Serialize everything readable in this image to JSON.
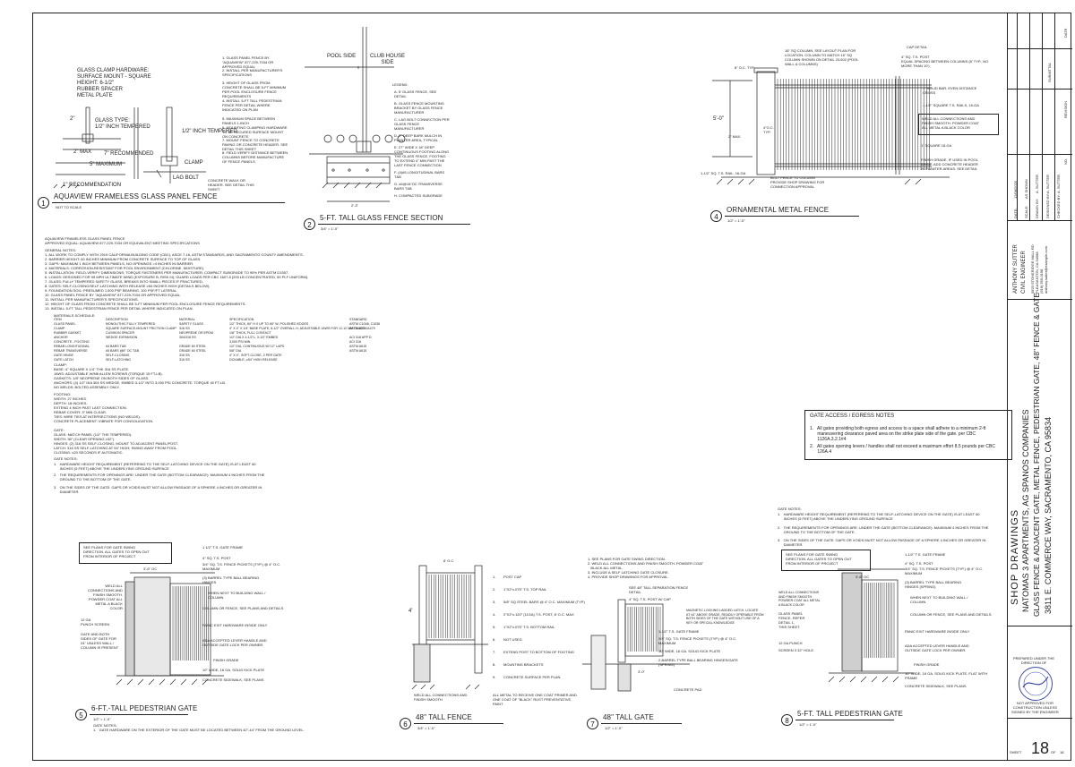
{
  "d1": {
    "num": "1",
    "title": "AQUAVIEW FRAMELESS GLASS PANEL FENCE",
    "scale": "NOT TO SCALE",
    "hw_label": "GLASS CLAMP HARDWARE:\nSURFACE MOUNT - SQUARE\nHEIGHT: 6-1/2\"\nRUBBER SPACER\nMETAL PLATE",
    "glass_type": "GLASS TYPE:\n1/2\" INCH TEMPERED",
    "tempered": "1/2\" INCH TEMPERED",
    "clamp": "CLAMP",
    "lag_bolt": "LAG BOLT",
    "dim_2": "2\"",
    "dim_2max": "2\" MAX",
    "dim_7rec": "7\" RECOMMENDED",
    "dim_5max": "5\" MAXIMUM",
    "dim_1rec": "1\" RECOMMENDATION",
    "notes": [
      "1. GLASS PANEL FENCE BY \"AQUAVIEW\" 877-229-7034 OR APPROVED EQUAL",
      "2. INSTALL PER MANUFACTURER'S SPECIFICATIONS",
      "3. HEIGHT OF GLASS FROM CONCRETE SHALL BE 5-FT MINIMUM PER POOL ENCLOSURE FENCE REQUIREMENTS",
      "4. INSTALL 5-FT TALL PEDESTRIAN FENCE PER DETAIL WHERE INDICATED ON PLAN",
      "5. MAXIMUM SPACE BETWEEN PANELS 1-INCH",
      "6. MOUNTING CLAMPING HARDWARE TO BE SECURED SURFACE MOUNT ON CONCRETE",
      "7. MOUNT FENCE TO CONCRETE PAVING OR CONCRETE HEADER. SEE DETAIL THIS SHEET",
      "8. FIELD VERIFY DISTANCE BETWEEN COLUMNS BEFORE MANUFACTURE OF FENCE PANELS"
    ],
    "concrete_note": "CONCRETE WALK OR HEADER. SEE DETAIL THIS SHEET"
  },
  "d2": {
    "num": "2",
    "title": "5-FT. TALL GLASS FENCE SECTION",
    "scale": "3/4\" = 1'-0\"",
    "pool_side": "POOL SIDE",
    "club_house": "CLUB HOUSE\nSIDE",
    "legend_title": "LEGEND:",
    "legend": [
      "A. 5' GLASS FENCE, SEE DETAIL",
      "B. GLASS FENCE MOUNTING BRACKET BY GLASS FENCE MANUFACTURER",
      "C. LAG BOLT CONNECTION PER GLASS FENCE MANUFACTURER",
      "D. 2\" DEEP BARK MULCH IN PLANTER AREA, TYPICAL",
      "E. 27\" WIDE X 18\" DEEP CONTINUOUS FOOTING ALONG THE GLASS FENCE. FOOTING TO EXTEND 4\" MIN PAST THE LAST FENCE CONNECTION",
      "F. (4)#5 LONGITUDINAL BARS T&B",
      "G. #4@16\"OC TRANSVERSE BARS T&B",
      "H. COMPACTED SUBGRADE"
    ],
    "dim_bottom": "2'-3\""
  },
  "d4": {
    "num": "4",
    "title": "ORNAMENTAL METAL FENCE",
    "scale": "1/2\" = 1'-0\"",
    "col_note": "16\" SQ COLUMN, SEE LAYOUT PLAN FOR LOCATION. COLUMN TO MATCH 16\" SQ COLUMN SHOWN ON DETAIL 2/L502 (POOL WALL & COLUMNS)",
    "cap_detail": "CAP DETAIL",
    "post_note": "4\" SQ. T.S. POST\nEQUAL SPACING BETWEEN COLUMNS (8' TYP., NO MORE THAN 10')",
    "oc_typ": "8\" O.C. TYP.",
    "solid_bar": "1\" SOLID BAR, EVEN DISTANCE\nCROSS",
    "rails": "1-1/2\" SQUARE T.S. RAILS, 16-GA",
    "weld": "WELD ALL CONNECTIONS AND\nFINISH SMOOTH. POWDER COAT\nALL METAL A BLACK COLOR",
    "sq_18": "1\" SQUARE 18-GA",
    "finish_grade": "FINISH GRADE. IF USED IN POOL\nAREA - ADD CONCRETE HEADER\nIN PLANTER AREAS. SEE DETAIL",
    "rail_16": "1-1/2\" SQ. T.S. RAIL, 16-GA",
    "bolt": "BOLT FENCE TO COLUMN\nPROVIDE SHOP DRAWING FOR\nCONNECTION APPROVAL",
    "dim_5": "5'-0\"",
    "dim_4oc": "4\"O.C.\nTYP.",
    "dim_2max": "2\" MAX."
  },
  "gen": {
    "hdr1": "AQUAVIEW FRAMELESS GLASS PANEL FENCE",
    "hdr2": "APPROVED EQUAL: AQUAVIEW 877-229-7034 OR EQUIVALENT MEETING SPECIFICATIONS",
    "notes_title": "GENERAL NOTES:",
    "notes": [
      "1.  ALL WORK TO COMPLY WITH 2019 CALIFORNIA BUILDING CODE (CBC), ASCE 7-16, ASTM STANDARDS, AND SACRAMENTO COUNTY AMENDMENTS.",
      "2.  BARRIER HEIGHT: 60 INCHES MINIMUM FROM CONCRETE SURFACE TO TOP OF GLASS.",
      "3.  GAPS: MAXIMUM 1 INCH BETWEEN PANELS, NO OPENINGS >4 INCHES IN BARRIER.",
      "4.  MATERIALS: CORROSION-RESISTANT FOR POOL ENVIRONMENT (CHLORINE, MOISTURE).",
      "5.  INSTALLATION: FIELD-VERIFY DIMENSIONS; TORQUE FASTENERS PER MANUFACTURER; COMPACT SUBGRADE TO 95% PER ASTM D1557.",
      "6.  LOADS: DESIGNED FOR 95 MPH ULTIMATE WIND (EXPOSURE B, RISK III), GUARD LOADS PER CBC 1607.8 (200 LB CONCENTRATED, 50 PLF UNIFORM).",
      "7.  GLASS: FULLY TEMPERED SAFETY GLASS, BREAKS INTO SMALL PIECES IF FRACTURED.",
      "8.  GATES: SELF-CLOSING/SELF-LATCHING WITH RELEASE ≥54 INCHES HIGH (DETAILS BELOW).",
      "9.  FOUNDATION SOIL: PRESUMED 1,500 PSF BEARING, 100 PSF/FT LATERAL.",
      "10. GLASS PANEL FENCE BY \"AQUAVIEW\" 877-229-7034 OR APPROVED EQUAL.",
      "11. INSTALL PER MANUFACTURER'S SPECIFICATIONS.",
      "12. HEIGHT OF GLASS FROM CONCRETE SHALL BE 5-FT MINIMUM PER POOL ENCLOSURE FENCE REQUIREMENTS.",
      "13. INSTALL 5-FT TALL PEDESTRIAN FENCE PER DETAIL WHERE INDICATED ON PLAN."
    ],
    "sched_title": "MATERIALS SCHEDULE:",
    "sched_head": [
      "ITEM",
      "DESCRIPTION",
      "MATERIAL",
      "SPECIFICATION",
      "STANDARD"
    ],
    "sched_rows": [
      [
        "GLASS PANEL",
        "MONOLITHIC FULLY TEMPERED",
        "SAFETY GLASS",
        "1/2\" THICK, 60\" H X UP TO 60\" W, POLISHED EDGES",
        "ASTM C1048, C1036"
      ],
      [
        "CLAMP",
        "SQUARE SURFACE-MOUNT FRICTION CLAMP",
        "316 SS",
        "4\" X 4\" X 1/4\" BASE PLATE, 6-1/2\" OVERALL H, ADJUSTABLE JAWS FOR 12-12 MM GLASS",
        "ASTM A276/A479"
      ],
      [
        "RUBBER GASKET",
        "CUSHION SPACER",
        "NEOPRENE OR EPDM",
        "1/8\" THICK, FULL CONTACT",
        ""
      ],
      [
        "ANCHOR",
        "WEDGE EXPANSION",
        "304/316 SS",
        "1/2\" DIA X 4-1/2\"L, 3-1/2\" EMBED",
        "ACI 318 APP D"
      ],
      [
        "CONCRETE - FOOTING",
        "",
        "",
        "3,000 PSI MIN",
        "ACI 318"
      ],
      [
        "REBAR LONGITUDINAL",
        "#4 BARS T&B",
        "GRADE 60 STEEL",
        "1/2\" DIA, CONTINUOUS W/ 12\" LAPS",
        "ASTM A615"
      ],
      [
        "REBAR TRANSVERSE",
        "#5 BARS @8\" OC T&B",
        "GRADE 60 STEEL",
        "5/8\" DIA",
        "ASTM A615"
      ],
      [
        "GATE HINGE",
        "SELF-CLOSING",
        "316 SS",
        "4\" X 4\", SOFT-CLOSE, 2 PER GATE",
        ""
      ],
      [
        "GATE LATCH",
        "SELF-LATCHING",
        "316 SS",
        "DCKABLE, ≥54\" HIGH RELEASE",
        ""
      ]
    ],
    "clamp_block": [
      "CLAMP:",
      "BASE: 4\" SQUARE X 1/4\" THK 316 SS PLATE.",
      "JAWS: ADJUSTABLE W/M6 ALLEN SCREWS (TORQUE 15 FT-LB).",
      "GASKETS: 1/8\" NEOPRENE ON BOTH SIDES OF GLASS.",
      "ANCHORS: (4) 1/2\" DIA 304 SS WEDGE, EMBED 3-1/2\" INTO 3,000 PSI CONCRETE, TORQUE 40 FT-LB.",
      "NO WELDS; BOLTED ASSEMBLY ONLY."
    ],
    "footing_block": [
      "FOOTING:",
      "WIDTH: 27 INCHES.",
      "DEPTH: 18 INCHES.",
      "EXTEND 4 INCH PAST LAST CONNECTION.",
      "REBAR COVER: 3\" MIN CLEAR.",
      "TIES: WIRE TIES AT INTERSECTIONS (NO WELDS).",
      "CONCRETE PLACEMENT: VIBRATE FOR CONSOLIDATION."
    ],
    "gate_block": [
      "GATE:",
      "GLASS: MATCH PANEL (1/2\" THK TEMPERED).",
      "WIDTH: 36\" (CLEAR OPENING ≥32\").",
      "HINGES: (2) 316 SS SELF-CLOSING, MOUNT TO ADJACENT PANEL/POST.",
      "LATCH: 316 SS SELF-LATCHING AT 54\" HIGH; SWING AWAY FROM POOL.",
      "CLOSING: ≤20 SECONDS IF AUTOMATIC."
    ],
    "gate_notes_title": "GATE NOTES:",
    "gate_notes": [
      "1.   HARDWARE HEIGHT REQUIREMENT (REFERRING TO THE SELF-LATCHING DEVICE ON THE GATE) IS AT LEAST 60\n      INCHES (5 FEET) ABOVE THE UNDERLYING GROUND SURFACE",
      "2.   THE REQUIREMENTS FOR OPENINGS ARE: UNDER THE GATE (BOTTOM CLEARANCE): MAXIMUM 4 INCHES FROM THE\n      GROUND TO THE BOTTOM OF THE GATE.",
      "3.   ON THE SIDES OF THE GATE: GAPS OR VOIDS MUST NOT ALLOW PASSAGE OF A SPHERE 4 INCHES OR GREATER IN\n      DIAMETER."
    ]
  },
  "egress": {
    "title": "GATE ACCESS / EGRESS NOTES",
    "items": [
      "1.   All gates providing both egress and access to a space shall adhere to a minimum 2-ft\n      maneuvering clearance paved area on the strike plate side of the gate. per CBC\n      1126A.3.2.1#4",
      "2.   All gates opening levers / handles shall not exceed a maximum effort 8.5 pounds per CBC\n      126A.4"
    ]
  },
  "gate_notes_r": {
    "title": "GATE NOTES:",
    "items": [
      "1.   HARDWARE HEIGHT REQUIREMENT (REFERRING TO THE SELF-LATCHING DEVICE ON THE GATE) IS AT LEAST 60\n      INCHES (5 FEET) ABOVE THE UNDERLYING GROUND SURFACE",
      "2.   THE REQUIREMENTS FOR OPENINGS ARE: UNDER THE GATE (BOTTOM CLEARANCE): MAXIMUM 4 INCHES FROM THE\n      GROUND TO THE BOTTOM OF THE GATE.",
      "3.   ON THE SIDES OF THE GATE: GAPS OR VOIDS MUST NOT ALLOW PASSAGE OF A SPHERE 4 INCHES OR GREATER IN\n      DIAMETER."
    ]
  },
  "d5": {
    "num": "5",
    "title": "6-FT.-TALL PEDESTRIAN GATE",
    "scale": "1/2\" = 1'-0\"",
    "see_plans": "SEE PLANS FOR GATE SWING\nDIRECTION. ALL GATES TO OPEN OUT\nFROM INTERIOR OF PROJECT",
    "dim_top": "3'-6\" OC",
    "frame": "1 1/2\" T.S. GATE FRAME",
    "post": "4\" SQ. T.S. POST",
    "pickets": "3/4\" SQ. T.S. FENCE PICKETS (TYP.) @ 4\" O.C.\nMAXIMUM",
    "hinges": "(3) BARREL TYPE BALL BEARING\nHINGES",
    "wall": "WHEN NEXT TO BUILDING WALL /\nCOLUMN",
    "column": "COLUMN OR FENCE, SEE PLANS AND DETAILS",
    "panic": "PANIC EXIT HARDWARE INSIDE ONLY",
    "ada": "ADA ACCEPTED LEVER HANDLE AND\nOUTSIDE GATE LOCK PER OWNER.",
    "finish": "FINISH GRADE",
    "kick": "10\" WIDE, 16 GA. SOLID KICK PLATE",
    "sidewalk": "CONCRETE SIDEWALK, SEE PLANS",
    "weld": "WELD ALL\nCONNECTIONS AND\nFINISH SMOOTH.\nPOWDER COAT ALL\nMETAL A BLACK\nCOLOR",
    "ga": "12 GA\nPUNCH SCREEN",
    "both_sides": "GATE AND BOTH\nSIDES OF GATE FOR\n24\" UNLESS WALL /\nCOLUMN IS PRESENT",
    "gate_notes": "GATE NOTES:\n1.   GATE HARDWARE ON THE EXTERIOR OF THE GATE MUST BE LOCATED BETWEEN 42\"-44\" FROM THE GROUND LEVEL."
  },
  "d6": {
    "num": "6",
    "title": "48\" TALL FENCE",
    "scale": "3/4\" = 1'-0\"",
    "legend": [
      "POST CAP",
      "1\"X2\"x.075\" T.S. TOP RAIL",
      "5/8\" SQ STEEL BARS @ 4\" O.C. MAXIMUM (TYP)",
      "2\"X2\"x.120\" (11GA) T.S. POST, 8' O.C. MAX",
      "1\"X2\"x.075\" T.S. BOTTOM RAIL",
      "NOT USED",
      "EXTEND POST TO BOTTOM OF FOOTING",
      "MOUNTING BRACKETS",
      "CONCRETE SURFACE PER PLAN"
    ],
    "weld": "WELD ALL CONNECTIONS AND\nFINISH SMOOTH",
    "metal": "ALL METAL TO RECEIVE ONE COAT PRIMER AND\nONE COAT OF \"BLACK\" RUST PREVENTATIVE\nPAINT",
    "dim_4": "4'",
    "dim_top": "8' O.C."
  },
  "d7": {
    "num": "7",
    "title": "48\" TALL GATE",
    "scale": "1/2\" = 1'-0\"",
    "notes": "1. SEE PLANS FOR GATE SWING DIRECTION.\n2. WELD ALL CONNECTIONS AND FINISH SMOOTH. POWDER COAT\n   BLACK ALL METAL.\n3. INCLUDE A SELF LATCHING GATE CLOSURE.\n4. PROVIDE SHOP DRAWINGS FOR APPROVAL.",
    "sep": "SEE 48\" TALL SEPARATION FENCE\nDETAIL",
    "post": "4\" SQ. T.S. POST W/ CAP",
    "latch": "MAGNETIC LOCKING LADDED LATCH. LOCATE\nAT 44\" ABOVE GRADE, READILY OPERABLE FROM\nBOTH SIDES OF THE GATE WITHOUT USE OF A\nKEY OR SPECIAL KNOWLEDGE",
    "frame": "1-1/2\" T.S. GATE FRAME",
    "pickets": "3/4\" SQ. T.S. FENCE PICKETS (TYP.) @ 4\" O.C.\nMAXIMUM",
    "kick": "10\" WIDE, 16 GA. SOLID KICK PLATE",
    "hinges": "2-BARREL TYPE BALL BEARING HINGES/GATE\n(SPRING)",
    "pad": "CONCRETE PAD",
    "dim": "3'-0\""
  },
  "d8": {
    "num": "8",
    "title": "5-FT. TALL PEDESTRIAN GATE",
    "scale": "1/2\" = 1'-0\"",
    "see_plans": "SEE PLANS FOR GATE SWING\nDIRECTION. ALL GATES TO OPEN OUT\nFROM INTERIOR OF PROJECT",
    "dim_top": "3'-6\" OC",
    "frame": "1-1/2\" T.S. GATE FRAME",
    "post": "4\" SQ. T.S. POST",
    "pickets": "3/4\" SQ. T.S. FENCE PICKETS (TYP.) @ 4\" O.C.\nMAXIMUM",
    "hinges": "(3) BARREL TYPE BALL BEARING\nHINGES (SPRING)",
    "wall": "WHEN NEXT TO BUILDING WALL /\nCOLUMN",
    "column": "COLUMN OR FENCE, SEE PLANS AND DETAILS.",
    "panic": "PANIC EXIT HARDWARE INSIDE ONLY",
    "ada": "ADA ACCEPTED LEVER HANDLE AND\nOUTSIDE GATE LOCK PER OWNER.",
    "finish": "FINISH GRADE",
    "kick": "10\" WIDE, 16 GA. SOLID KICK PLATE, FLAT WITH\nFRAME",
    "sidewalk": "CONCRETE SIDEWALK, SEE PLANS",
    "weld": "WELD ALL CONNECTIONS\nAND FINISH SMOOTH.\nPOWDER COAT ALL METAL\nA BLACK COLOR",
    "glass": "GLASS PANEL\nFENCE. REFER\nDETAIL 1,\nTHIS SHEET.",
    "ga": "12 GA PUNCH",
    "hole": "SCREEN 3  32\" HOLE."
  },
  "titleblock": {
    "sheet_kind": "SHOP DRAWINGS",
    "project": "NATOMAS 3 APARTMENTS, AG SPANOS COMPANIES",
    "subject": "GLASS FENCE & ADJACENT GATE, METAL FENCE, PEDESTRIAN GATE, 48\" FENCE & GATE",
    "address": "3811 E. COMMERCE WAY, SACRAMENTO, CA 95834",
    "engineer": "ANTHONY SUTTER",
    "eng_title": "CIVIL ENGINEER",
    "eng_addr": "5820 STONERIDGE MALL RD\nPLEASANTON, CA 94588\n(916) 555-0198\nanthony.sutter@example.com",
    "date_label": "DATE:",
    "date": "12/08/2025",
    "scale_label": "SCALE:",
    "scale": "AS SHOWN",
    "drawn_label": "DRAWN BY:",
    "drawn": "A. SUTTER",
    "designed_label": "DESIGNED BY:",
    "designed": "A. SUTTER",
    "checked_label": "CHECKED BY:",
    "checked": "A. SUTTER",
    "no": "NO.",
    "revision": "REVISION",
    "rev_date": "DATE",
    "submittal": "SUBMITTAL",
    "prepared": "PREPARED UNDER THE\nDIRECTION OF",
    "not_approved": "NOT APPROVED FOR\nCONSTRUCTION UNLESS\nSIGNED BY THE ENGINEER",
    "sheet_label": "SHEET",
    "sheet_no": "18",
    "of_label": "OF",
    "of_no": "18"
  }
}
